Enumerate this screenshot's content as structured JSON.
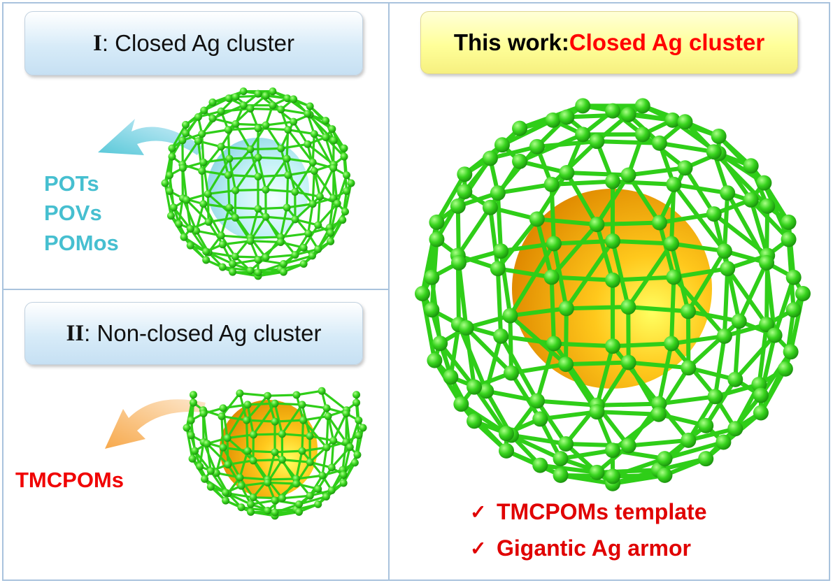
{
  "panel_1": {
    "numeral": "I",
    "title": ": Closed Ag cluster",
    "labels": [
      "POTs",
      "POVs",
      "POMos"
    ]
  },
  "panel_2": {
    "numeral": "II",
    "title": ": Non-closed Ag cluster",
    "label": "TMCPOMs"
  },
  "panel_3": {
    "title_prefix": "This work: ",
    "title_highlight": "Closed Ag cluster",
    "bullets": [
      "TMCPOMs template",
      "Gigantic Ag armor"
    ]
  },
  "colors": {
    "cage_green": "#2fce18",
    "node_green": "#38d41e",
    "core_cyan": "#b8f0f4",
    "core_orange": "#f0a000",
    "arrow_cyan": "#79cfe0",
    "arrow_orange": "#f7b56a",
    "highlight_red": "#ff0000",
    "label_cyan": "#46bfd0"
  }
}
